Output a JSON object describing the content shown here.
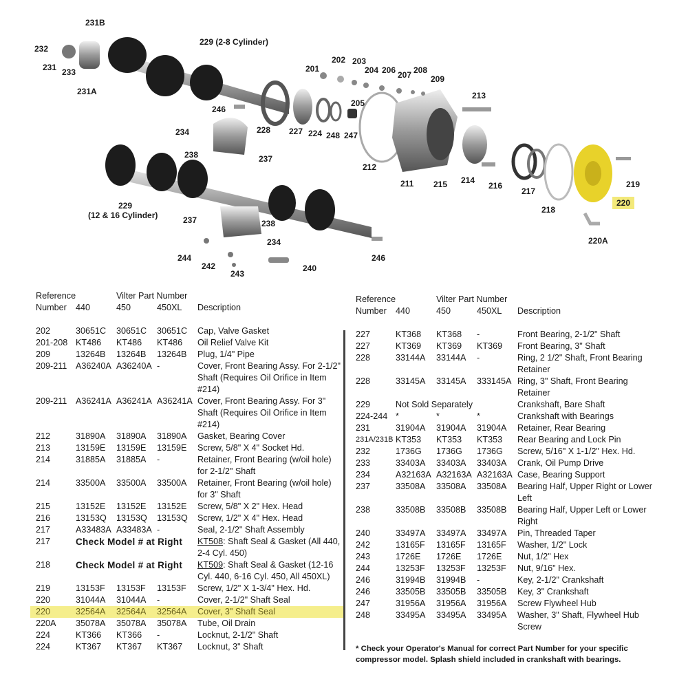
{
  "diagram": {
    "labels": [
      "231B",
      "232",
      "231",
      "233",
      "231A",
      "229 (2-8 Cylinder)",
      "201",
      "202",
      "203",
      "204",
      "206",
      "207",
      "208",
      "209",
      "205",
      "246",
      "228",
      "227",
      "224",
      "248",
      "247",
      "213",
      "234",
      "238",
      "237",
      "212",
      "211",
      "215",
      "214",
      "216",
      "217",
      "218",
      "219",
      "220",
      "220A",
      "229",
      "(12 & 16 Cylinder)",
      "237",
      "238",
      "234",
      "244",
      "242",
      "243",
      "240",
      "246"
    ],
    "highlight_color": "#f3e97a"
  },
  "left_table": {
    "header": {
      "ref1": "Reference",
      "ref2": "Number",
      "vpn": "Vilter Part Number",
      "c440": "440",
      "c450": "450",
      "c450xl": "450XL",
      "desc": "Description"
    },
    "rows": [
      {
        "ref": "202",
        "p440": "30651C",
        "p450": "30651C",
        "p450xl": "30651C",
        "desc": "Cap, Valve Gasket"
      },
      {
        "ref": "201-208",
        "p440": "KT486",
        "p450": "KT486",
        "p450xl": "KT486",
        "desc": "Oil Relief Valve Kit"
      },
      {
        "ref": "209",
        "p440": "13264B",
        "p450": "13264B",
        "p450xl": "13264B",
        "desc": "Plug, 1/4\" Pipe"
      },
      {
        "ref": "209-211",
        "p440": "A36240A",
        "p450": "A36240A",
        "p450xl": "-",
        "desc": "Cover, Front Bearing Assy. For 2-1/2\" Shaft (Requires Oil Orifice in Item #214)"
      },
      {
        "ref": "209-211",
        "p440": "A36241A",
        "p450": "A36241A",
        "p450xl": "A36241A",
        "desc": "Cover, Front Bearing Assy. For 3\" Shaft (Requires Oil Orifice in Item #214)"
      },
      {
        "ref": "212",
        "p440": "31890A",
        "p450": "31890A",
        "p450xl": "31890A",
        "desc": "Gasket, Bearing Cover"
      },
      {
        "ref": "213",
        "p440": "13159E",
        "p450": "13159E",
        "p450xl": "13159E",
        "desc": "Screw, 5/8\" X 4\" Socket Hd."
      },
      {
        "ref": "214",
        "p440": "31885A",
        "p450": "31885A",
        "p450xl": "-",
        "desc": "Retainer, Front Bearing (w/oil hole) for 2-1/2\" Shaft"
      },
      {
        "ref": "214",
        "p440": "33500A",
        "p450": "33500A",
        "p450xl": "33500A",
        "desc": "Retainer, Front Bearing (w/oil hole) for 3\" Shaft"
      },
      {
        "ref": "215",
        "p440": "13152E",
        "p450": "13152E",
        "p450xl": "13152E",
        "desc": "Screw, 5/8\" X 2\" Hex. Head"
      },
      {
        "ref": "216",
        "p440": "13153Q",
        "p450": "13153Q",
        "p450xl": "13153Q",
        "desc": "Screw, 1/2\" X 4\" Hex. Head"
      },
      {
        "ref": "217",
        "p440": "A33483A",
        "p450": "A33483A",
        "p450xl": "-",
        "desc": "Seal, 2-1/2\" Shaft Assembly"
      }
    ],
    "check_rows": [
      {
        "ref": "217",
        "note": "Check Model # at Right",
        "kit": "KT508",
        "desc": ": Shaft Seal & Gasket (All 440, 2-4 Cyl. 450)"
      },
      {
        "ref": "218",
        "note": "Check Model # at Right",
        "kit": "KT509",
        "desc": ": Shaft Seal & Gasket (12-16 Cyl. 440, 6-16 Cyl. 450, All 450XL)"
      }
    ],
    "rows2": [
      {
        "ref": "219",
        "p440": "13153F",
        "p450": "13153F",
        "p450xl": "13153F",
        "desc": "Screw, 1/2\" X 1-3/4\" Hex. Hd."
      },
      {
        "ref": "220",
        "p440": "31044A",
        "p450": "31044A",
        "p450xl": "-",
        "desc": "Cover, 2-1/2\" Shaft Seal"
      },
      {
        "ref": "220",
        "p440": "32564A",
        "p450": "32564A",
        "p450xl": "32564A",
        "desc": "Cover, 3\" Shaft Seal",
        "highlighted": true
      },
      {
        "ref": "220A",
        "p440": "35078A",
        "p450": "35078A",
        "p450xl": "35078A",
        "desc": "Tube, Oil Drain"
      },
      {
        "ref": "224",
        "p440": "KT366",
        "p450": "KT366",
        "p450xl": "-",
        "desc": "Locknut, 2-1/2\" Shaft"
      },
      {
        "ref": "224",
        "p440": "KT367",
        "p450": "KT367",
        "p450xl": "KT367",
        "desc": "Locknut, 3\" Shaft"
      }
    ]
  },
  "right_table": {
    "header": {
      "ref1": "Reference",
      "ref2": "Number",
      "vpn": "Vilter Part Number",
      "c440": "440",
      "c450": "450",
      "c450xl": "450XL",
      "desc": "Description"
    },
    "rows": [
      {
        "ref": "227",
        "p440": "KT368",
        "p450": "KT368",
        "p450xl": "-",
        "desc": "Front Bearing, 2-1/2\" Shaft"
      },
      {
        "ref": "227",
        "p440": "KT369",
        "p450": "KT369",
        "p450xl": "KT369",
        "desc": "Front Bearing, 3\" Shaft"
      },
      {
        "ref": "228",
        "p440": "33144A",
        "p450": "33144A",
        "p450xl": "-",
        "desc": "Ring, 2 1/2\" Shaft, Front Bearing Retainer"
      },
      {
        "ref": "228",
        "p440": "33145A",
        "p450": "33145A",
        "p450xl": "333145A",
        "desc": "Ring, 3\" Shaft, Front Bearing Retainer"
      }
    ],
    "nss_row": {
      "ref": "229",
      "note": "Not Sold Separately",
      "desc": "Crankshaft, Bare Shaft"
    },
    "rows2": [
      {
        "ref": "224-244",
        "p440": "*",
        "p450": "*",
        "p450xl": "*",
        "desc": "Crankshaft with Bearings"
      },
      {
        "ref": "231",
        "p440": "31904A",
        "p450": "31904A",
        "p450xl": "31904A",
        "desc": "Retainer, Rear Bearing"
      },
      {
        "ref": "231A/231B",
        "p440": "KT353",
        "p450": "KT353",
        "p450xl": "KT353",
        "desc": "Rear Bearing and Lock Pin"
      },
      {
        "ref": "232",
        "p440": "1736G",
        "p450": "1736G",
        "p450xl": "1736G",
        "desc": "Screw, 5/16\" X 1-1/2\" Hex. Hd."
      },
      {
        "ref": "233",
        "p440": "33403A",
        "p450": "33403A",
        "p450xl": "33403A",
        "desc": "Crank, Oil Pump Drive"
      },
      {
        "ref": "234",
        "p440": "A32163A",
        "p450": "A32163A",
        "p450xl": "A32163A",
        "desc": "Case, Bearing Support"
      },
      {
        "ref": "237",
        "p440": "33508A",
        "p450": "33508A",
        "p450xl": "33508A",
        "desc": "Bearing Half, Upper Right or Lower Left"
      },
      {
        "ref": "238",
        "p440": "33508B",
        "p450": "33508B",
        "p450xl": "33508B",
        "desc": "Bearing Half, Upper Left or Lower Right"
      },
      {
        "ref": "240",
        "p440": "33497A",
        "p450": "33497A",
        "p450xl": "33497A",
        "desc": "Pin, Threaded Taper"
      },
      {
        "ref": "242",
        "p440": "13165F",
        "p450": "13165F",
        "p450xl": "13165F",
        "desc": "Washer, 1/2\" Lock"
      },
      {
        "ref": "243",
        "p440": "1726E",
        "p450": "1726E",
        "p450xl": "1726E",
        "desc": "Nut, 1/2\" Hex"
      },
      {
        "ref": "244",
        "p440": "13253F",
        "p450": "13253F",
        "p450xl": "13253F",
        "desc": "Nut, 9/16\" Hex."
      },
      {
        "ref": "246",
        "p440": "31994B",
        "p450": "31994B",
        "p450xl": "-",
        "desc": "Key, 2-1/2\" Crankshaft"
      },
      {
        "ref": "246",
        "p440": "33505B",
        "p450": "33505B",
        "p450xl": "33505B",
        "desc": "Key, 3\" Crankshaft"
      },
      {
        "ref": "247",
        "p440": "31956A",
        "p450": "31956A",
        "p450xl": "31956A",
        "desc": "Screw Flywheel Hub"
      },
      {
        "ref": "248",
        "p440": "33495A",
        "p450": "33495A",
        "p450xl": "33495A",
        "desc": "Washer, 3\" Shaft, Flywheel Hub Screw"
      }
    ],
    "footnote": "* Check your Operator's Manual for correct Part Number for your specific compressor model. Splash shield included in crankshaft with bearings."
  }
}
